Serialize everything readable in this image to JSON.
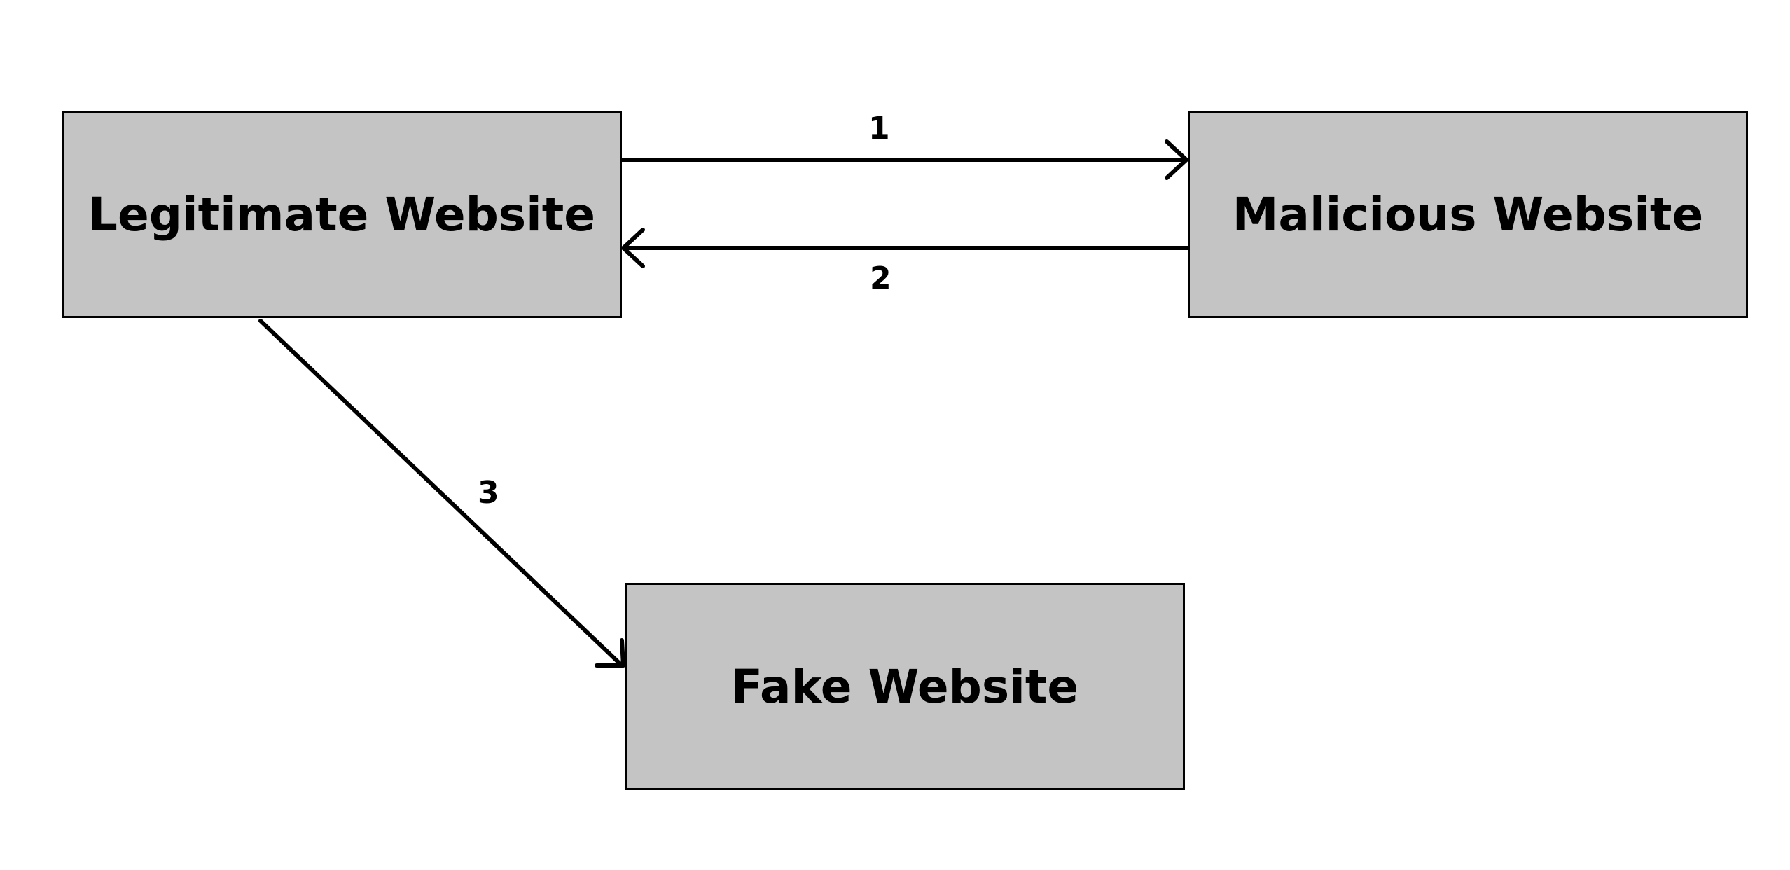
{
  "nodes": {
    "legitimate": {
      "label": "Legitimate Website"
    },
    "malicious": {
      "label": "Malicious Website"
    },
    "fake": {
      "label": "Fake Website"
    }
  },
  "edges": [
    {
      "id": "1",
      "from": "legitimate",
      "to": "malicious",
      "label": "1"
    },
    {
      "id": "2",
      "from": "malicious",
      "to": "legitimate",
      "label": "2"
    },
    {
      "id": "3",
      "from": "legitimate",
      "to": "fake",
      "label": "3"
    }
  ],
  "colors": {
    "box_fill": "#c4c4c4",
    "stroke": "#000000",
    "background": "#ffffff"
  }
}
